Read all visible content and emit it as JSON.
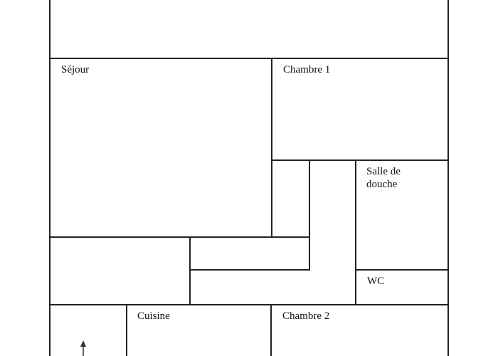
{
  "rooms": {
    "sejour": "Séjour",
    "chambre1": "Chambre 1",
    "salle_de_douche_line1": "Salle de",
    "salle_de_douche_line2": "douche",
    "wc": "WC",
    "cuisine": "Cuisine",
    "chambre2": "Chambre 2"
  }
}
